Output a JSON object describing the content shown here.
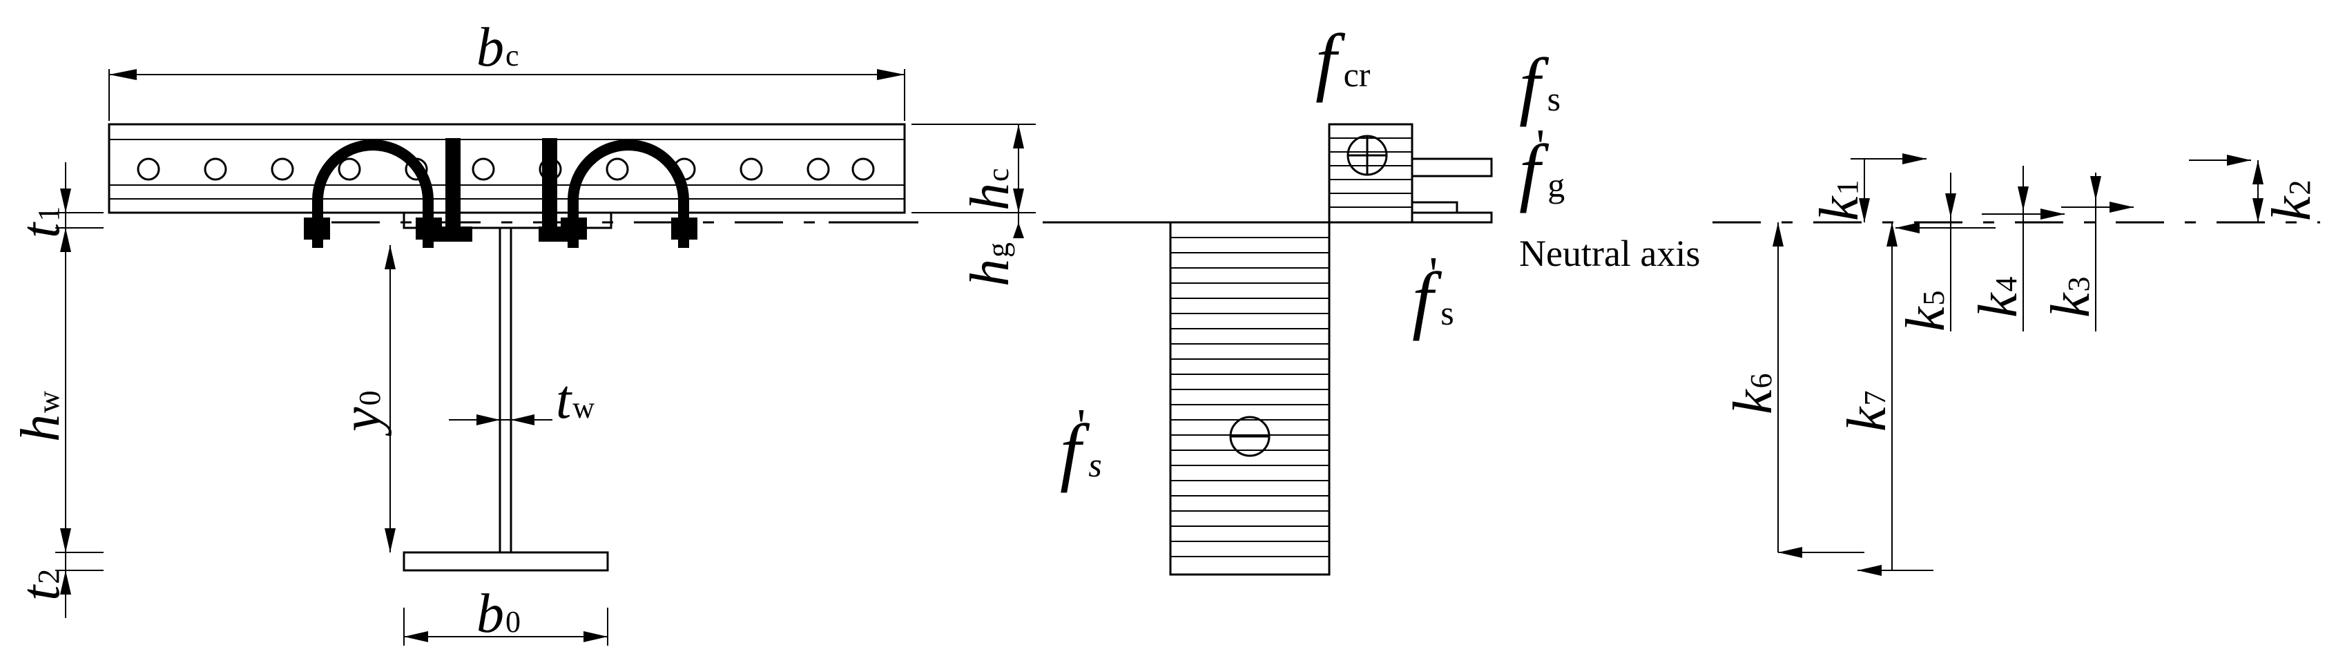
{
  "labels": {
    "bc": {
      "main": "b",
      "sub": "c"
    },
    "hc": {
      "main": "h",
      "sub": "c"
    },
    "hg": {
      "main": "h",
      "sub": "g"
    },
    "t1": {
      "main": "t",
      "sub": "1"
    },
    "hw": {
      "main": "h",
      "sub": "w"
    },
    "t2": {
      "main": "t",
      "sub": "2"
    },
    "y0": {
      "main": "y",
      "sub": "0"
    },
    "tw": {
      "main": "t",
      "sub": "w"
    },
    "b0": {
      "main": "b",
      "sub": "0"
    },
    "fcr": {
      "main": "f",
      "sub": "cr"
    },
    "fs_top": {
      "main": "f",
      "sub": "s"
    },
    "fg": {
      "main": "f",
      "prime": "'",
      "sub": "g"
    },
    "fs_mid": {
      "main": "f",
      "prime": "'",
      "sub": "s"
    },
    "fs_bottom": {
      "main": "f",
      "prime": "'",
      "sub": "s"
    },
    "neutral_axis": "Neutral axis",
    "k1": {
      "main": "k",
      "sub": "1"
    },
    "k2": {
      "main": "k",
      "sub": "2"
    },
    "k3": {
      "main": "k",
      "sub": "3"
    },
    "k4": {
      "main": "k",
      "sub": "4"
    },
    "k5": {
      "main": "k",
      "sub": "5"
    },
    "k6": {
      "main": "k",
      "sub": "6"
    },
    "k7": {
      "main": "k",
      "sub": "7"
    }
  }
}
